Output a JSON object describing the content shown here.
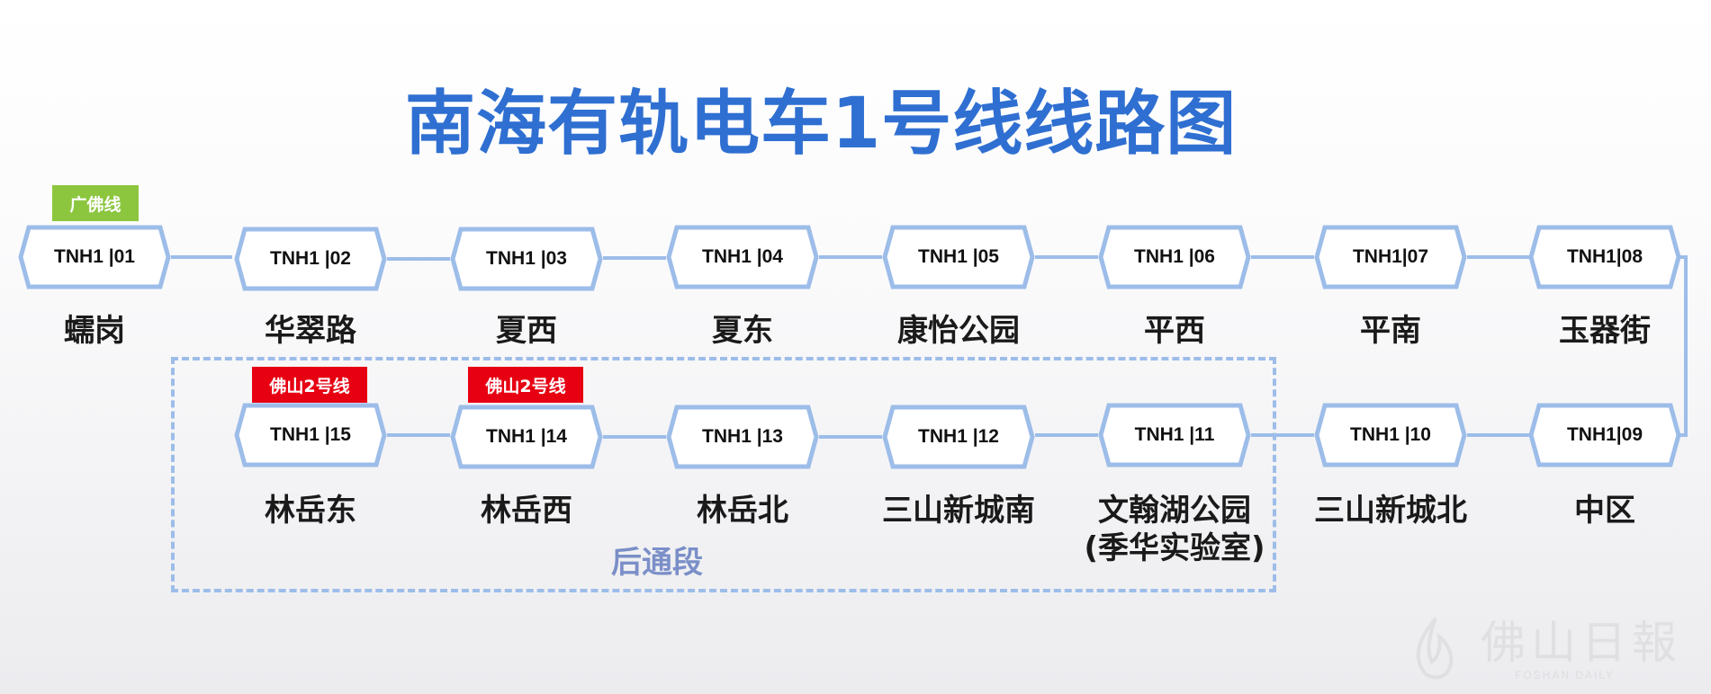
{
  "title": "南海有轨电车1号线线路图",
  "colors": {
    "title": "#2f6fd1",
    "line": "#9dbde9",
    "badge_green": "#8cc63f",
    "badge_red": "#e60012",
    "section_label": "#7b8fc8"
  },
  "stations": [
    {
      "code": "TNH1 |01",
      "name": "蠕岗"
    },
    {
      "code": "TNH1 |02",
      "name": "华翠路"
    },
    {
      "code": "TNH1 |03",
      "name": "夏西"
    },
    {
      "code": "TNH1 |04",
      "name": "夏东"
    },
    {
      "code": "TNH1 |05",
      "name": "康怡公园"
    },
    {
      "code": "TNH1 |06",
      "name": "平西"
    },
    {
      "code": "TNH1|07",
      "name": "平南"
    },
    {
      "code": "TNH1|08",
      "name": "玉器街"
    },
    {
      "code": "TNH1|09",
      "name": "中区"
    },
    {
      "code": "TNH1 |10",
      "name": "三山新城北"
    },
    {
      "code": "TNH1 |11",
      "name": "文翰湖公园",
      "name2": "(季华实验室)"
    },
    {
      "code": "TNH1 |12",
      "name": "三山新城南"
    },
    {
      "code": "TNH1 |13",
      "name": "林岳北"
    },
    {
      "code": "TNH1 |14",
      "name": "林岳西"
    },
    {
      "code": "TNH1 |15",
      "name": "林岳东"
    }
  ],
  "transfers": {
    "guangfo": "广佛线",
    "foshan2_a": "佛山2号线",
    "foshan2_b": "佛山2号线"
  },
  "section_label": "后通段",
  "watermark": {
    "text": "佛山日報",
    "sub": "FOSHAN DAILY"
  }
}
